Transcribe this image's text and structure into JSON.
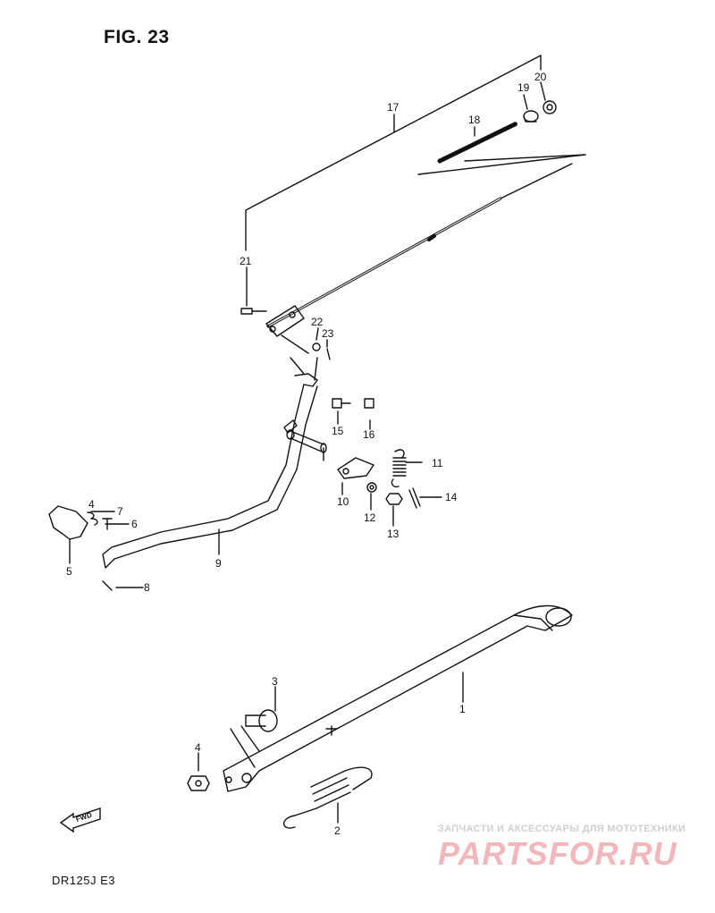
{
  "figure_title": "FIG. 23",
  "model_code": "DR125J  E3",
  "fwd_label": "FWD",
  "watermark": {
    "tagline": "ЗАПЧАСТИ И АКСЕССУАРЫ ДЛЯ МОТОТЕХНИКИ",
    "logo": "PARTSFOR.RU"
  },
  "callouts": [
    "1",
    "2",
    "3",
    "4",
    "5",
    "6",
    "7",
    "8",
    "9",
    "10",
    "11",
    "12",
    "13",
    "14",
    "15",
    "16",
    "17",
    "18",
    "19",
    "20",
    "21",
    "22",
    "23"
  ],
  "colors": {
    "ink": "#111111",
    "watermark_red": "#f2b7ba",
    "watermark_gray": "#cfcfcf"
  }
}
